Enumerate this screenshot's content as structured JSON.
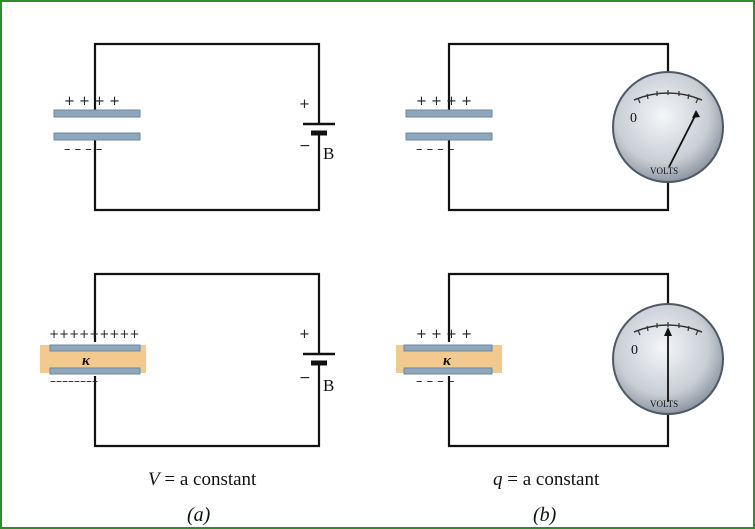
{
  "colors": {
    "frame_border": "#2e8b2e",
    "plate": "#8fa7bd",
    "plate_edge": "#6d869e",
    "dielectric": "#f2c98e",
    "meter_face": "#dfe3e8",
    "meter_rim": "#4f5a66"
  },
  "icons": {
    "battery": "battery-icon",
    "voltmeter": "voltmeter-icon",
    "capacitor": "capacitor-icon"
  },
  "panel_a": {
    "battery_plus": "+",
    "battery_minus": "−",
    "battery_label": "B",
    "top_plate_charges": "+ + + +",
    "top_plate_neg": "– – – –",
    "bottom_plate_charges": "+++++++++",
    "bottom_plate_neg": "––––––––",
    "dielectric_label": "κ",
    "caption_var": "V",
    "caption_rest": " = a constant",
    "label": "(a)"
  },
  "panel_b": {
    "top_plate_charges": "+ + + +",
    "top_plate_neg": "– – – –",
    "bottom_plate_charges": "+ + + +",
    "bottom_plate_neg": "– – – –",
    "dielectric_label": "κ",
    "meter_zero": "0",
    "meter_unit": "VOLTS",
    "caption_var": "q",
    "caption_rest": " = a constant",
    "label": "(b)"
  }
}
